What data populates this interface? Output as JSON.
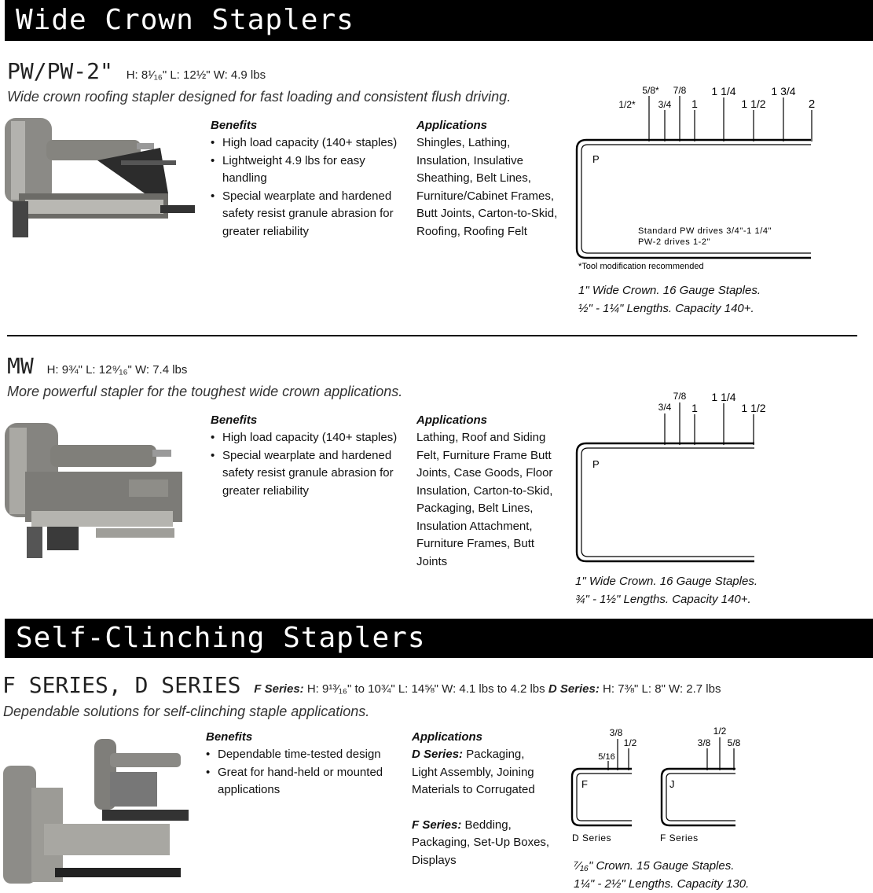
{
  "sections": {
    "wide_crown": {
      "heading": "Wide Crown Staplers"
    },
    "self_clinching": {
      "heading": "Self-Clinching Staplers"
    }
  },
  "pw": {
    "model": "PW/PW-2\"",
    "specs": "H: 8¹⁄₁₆\" L: 12½\" W: 4.9 lbs",
    "description": "Wide crown roofing stapler designed for fast loading and consistent flush driving.",
    "benefits_heading": "Benefits",
    "benefits": [
      "High load capacity (140+ staples)",
      "Lightweight 4.9 lbs for easy handling",
      "Special wearplate and hardened safety resist granule abrasion for greater reliability"
    ],
    "applications_heading": "Applications",
    "applications": "Shingles, Lathing, Insulation, Insulative Sheathing, Belt Lines, Furniture/Cabinet Frames, Butt Joints, Carton-to-Skid, Roofing, Roofing Felt",
    "diagram": {
      "sizes": [
        "1/2*",
        "5/8*",
        "3/4",
        "7/8",
        "1",
        "1 1/4",
        "1 1/2",
        "1 3/4",
        "2"
      ],
      "letter": "P",
      "note_1": "Standard PW drives 3/4\"-1 1/4\"",
      "note_2": "PW-2 drives 1-2\"",
      "footnote": "*Tool modification recommended"
    },
    "caption_1": "1\" Wide Crown. 16 Gauge Staples.",
    "caption_2": "½\" - 1¼\" Lengths. Capacity 140+."
  },
  "mw": {
    "model": "MW",
    "specs": "H: 9¾\" L: 12⁹⁄₁₆\" W: 7.4 lbs",
    "description": "More powerful stapler for the toughest wide crown applications.",
    "benefits_heading": "Benefits",
    "benefits": [
      "High load capacity (140+ staples)",
      "Special wearplate and hardened safety resist granule abrasion for greater reliability"
    ],
    "applications_heading": "Applications",
    "applications": "Lathing, Roof and Siding Felt, Furniture Frame Butt Joints, Case Goods, Floor Insulation, Carton-to-Skid, Packaging, Belt Lines, Insulation Attachment, Furniture Frames, Butt Joints",
    "diagram": {
      "sizes": [
        "3/4",
        "7/8",
        "1",
        "1 1/4",
        "1 1/2"
      ],
      "letter": "P"
    },
    "caption_1": "1\" Wide Crown. 16 Gauge Staples.",
    "caption_2": "¾\" - 1½\" Lengths. Capacity 140+."
  },
  "fd": {
    "model": "F SERIES, D SERIES",
    "f_label": "F Series:",
    "f_specs": "H: 9¹³⁄₁₆\" to 10¾\" L: 14⅝\" W: 4.1 lbs to 4.2 lbs",
    "d_label": "D Series:",
    "d_specs": "H: 7⅜\" L: 8\" W: 2.7 lbs",
    "description": "Dependable solutions for self-clinching staple applications.",
    "benefits_heading": "Benefits",
    "benefits": [
      "Dependable time-tested design",
      "Great for hand-held or mounted applications"
    ],
    "applications_heading": "Applications",
    "app_d_label": "D Series:",
    "app_d_text": "Packaging, Light Assembly, Joining Materials to Corrugated",
    "app_f_label": "F Series:",
    "app_f_text": "Bedding, Packaging, Set-Up Boxes, Displays",
    "diagram_d": {
      "sizes": [
        "5/16",
        "3/8",
        "1/2"
      ],
      "letter": "F",
      "label": "D Series"
    },
    "diagram_f": {
      "sizes": [
        "3/8",
        "1/2",
        "5/8"
      ],
      "letter": "J",
      "label": "F Series"
    },
    "caption_1": "⁷⁄₁₆\" Crown. 15 Gauge Staples.",
    "caption_2": "1¼\" - 2½\" Lengths. Capacity 130."
  }
}
